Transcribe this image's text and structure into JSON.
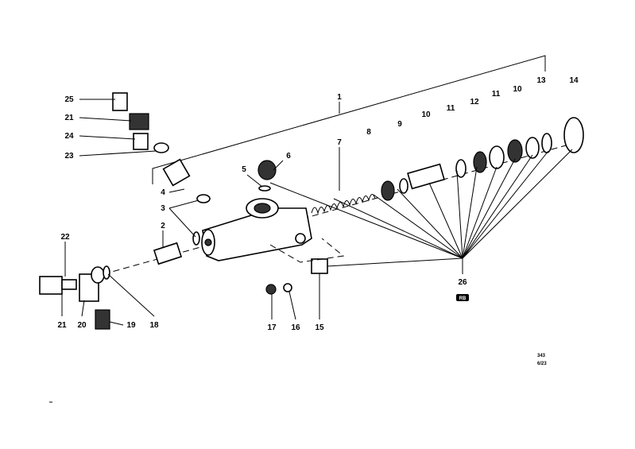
{
  "diagram": {
    "callouts": [
      "1",
      "2",
      "3",
      "4",
      "5",
      "6",
      "7",
      "8",
      "9",
      "10",
      "10",
      "11",
      "11",
      "12",
      "13",
      "14",
      "15",
      "16",
      "17",
      "18",
      "19",
      "20",
      "21",
      "21",
      "22",
      "23",
      "24",
      "25",
      "26"
    ],
    "badge_26": "RB",
    "drawing_number": "343",
    "drawing_date": "6/23"
  }
}
